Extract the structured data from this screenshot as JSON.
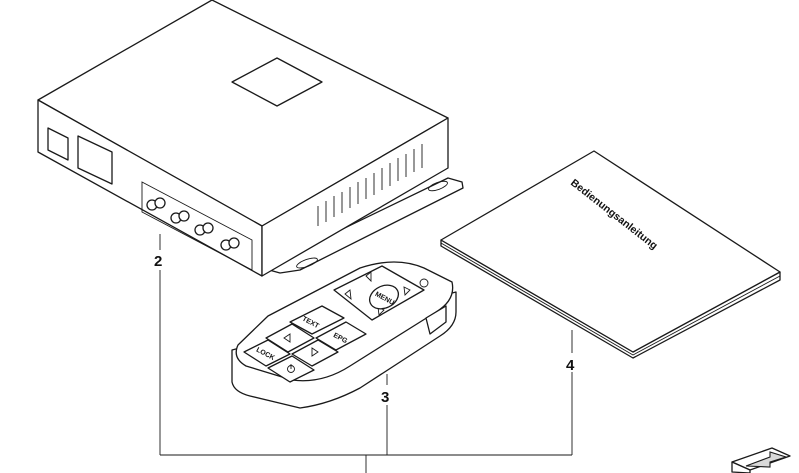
{
  "parts": [
    {
      "callout": "2",
      "name": "receiver-unit"
    },
    {
      "callout": "3",
      "name": "remote-control"
    },
    {
      "callout": "4",
      "name": "manual"
    }
  ],
  "remote": {
    "menu_label": "MENU",
    "text_label": "TEXT",
    "epg_label": "EPG",
    "lock_label": "LOCK"
  },
  "manual": {
    "title": "Bedienungsanleitung"
  },
  "icons": {
    "power": "power-icon",
    "arrow_left": "triangle-left-icon",
    "arrow_right": "triangle-right-icon",
    "dpad": "dpad-arrows-icon",
    "corner_nav": "next-page-arrow-icon"
  }
}
